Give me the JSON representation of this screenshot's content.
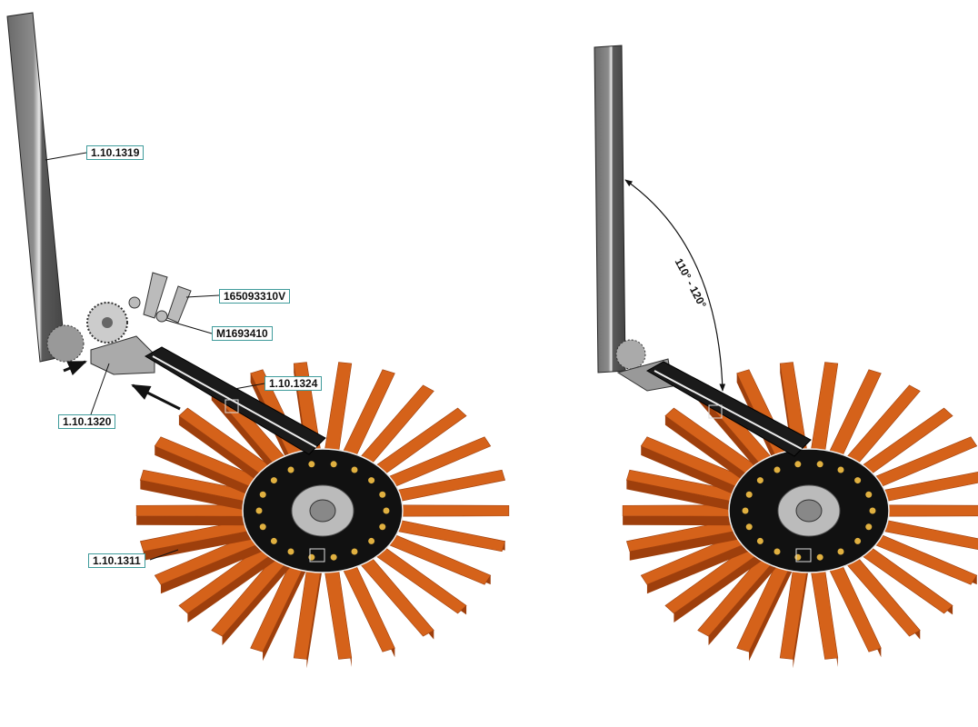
{
  "labels": {
    "post": "1.10.1319",
    "bolt": "165093310V",
    "nut": "M1693410",
    "arm": "1.10.1324",
    "bracket": "1.10.1320",
    "star_wheel": "1.10.1311"
  },
  "angle_annotation": "110° - 120°",
  "colors": {
    "tine": "#d5621a",
    "tine_shadow": "#9e3f0c",
    "label_border": "#3f9b9b",
    "disc": "#111111",
    "bolt_head": "#e0b040"
  }
}
